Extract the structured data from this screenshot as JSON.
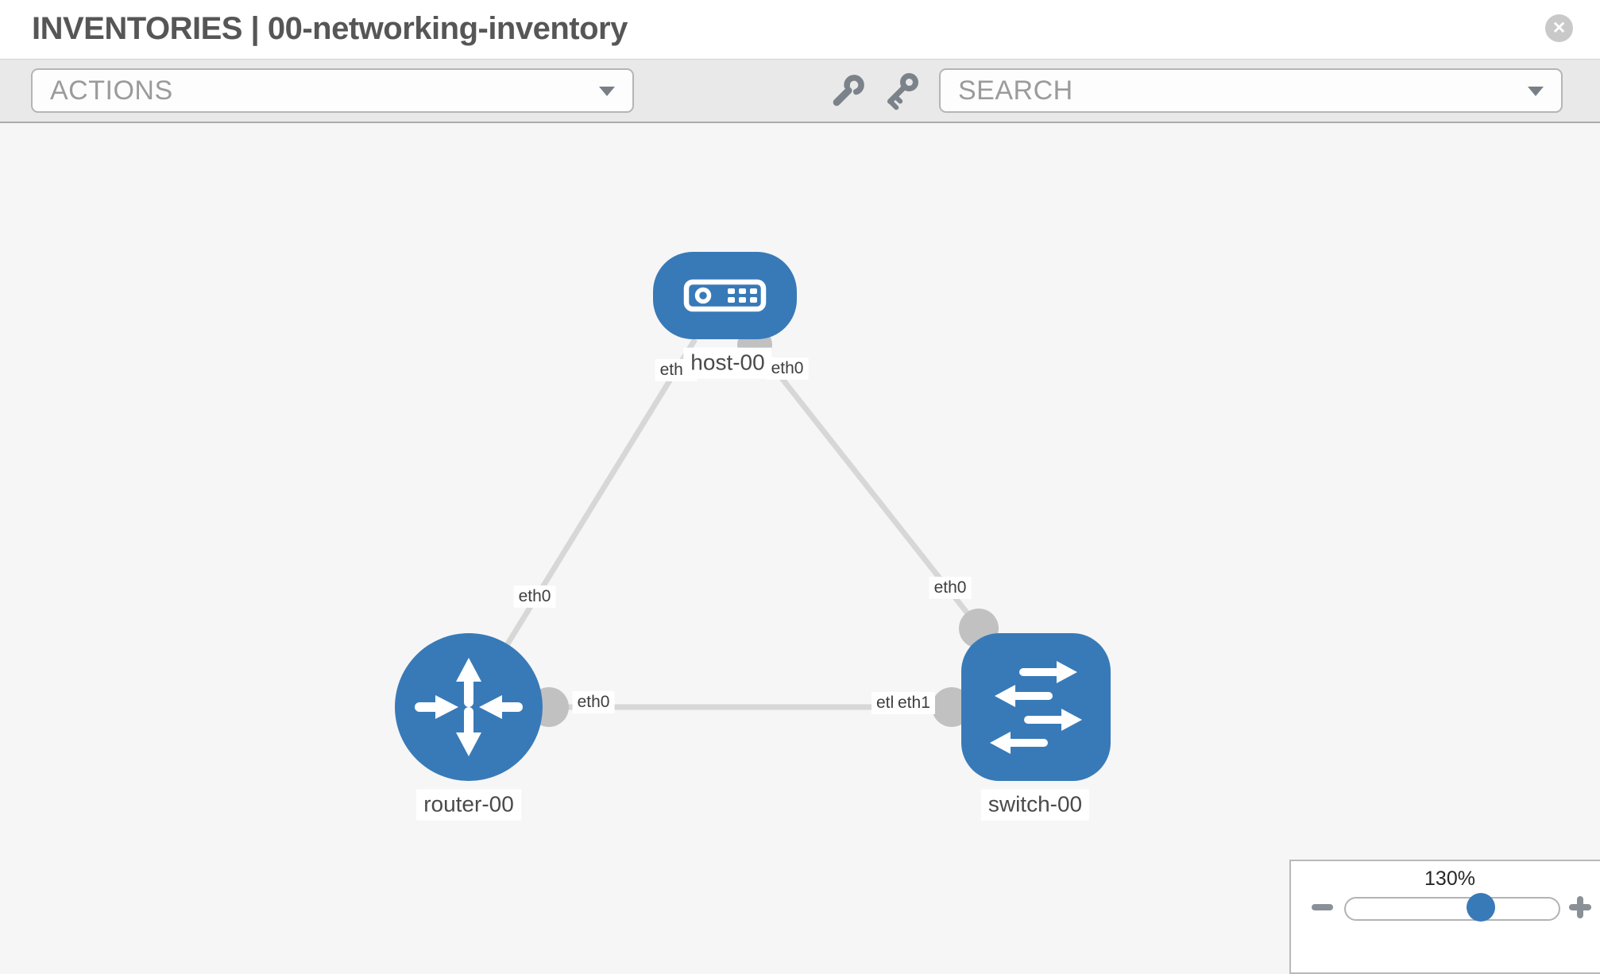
{
  "header": {
    "title": "INVENTORIES | 00-networking-inventory",
    "close_label": "✕"
  },
  "toolbar": {
    "actions_label": "ACTIONS",
    "search_placeholder": "SEARCH",
    "icons": [
      "wrench-icon",
      "key-icon"
    ]
  },
  "topology": {
    "nodes": [
      {
        "id": "host-00",
        "type": "host",
        "label": "host-00"
      },
      {
        "id": "router-00",
        "type": "router",
        "label": "router-00"
      },
      {
        "id": "switch-00",
        "type": "switch",
        "label": "switch-00"
      }
    ],
    "links": [
      {
        "from": "host-00",
        "to": "router-00"
      },
      {
        "from": "host-00",
        "to": "switch-00"
      },
      {
        "from": "router-00",
        "to": "switch-00"
      }
    ],
    "interfaces": {
      "host_left": "eth0",
      "host_right": "eth0",
      "router_to_host": "eth0",
      "switch_to_host": "eth0",
      "router_to_switch": "eth0",
      "switch_to_router_back": "eth0",
      "switch_to_router_front": "eth1"
    }
  },
  "zoom_control": {
    "percent": "130%"
  },
  "colors": {
    "node_blue": "#387ab8",
    "link_gray": "#d7d7d7",
    "port_gray": "#c1c1c1",
    "icon_gray": "#7b828a"
  }
}
